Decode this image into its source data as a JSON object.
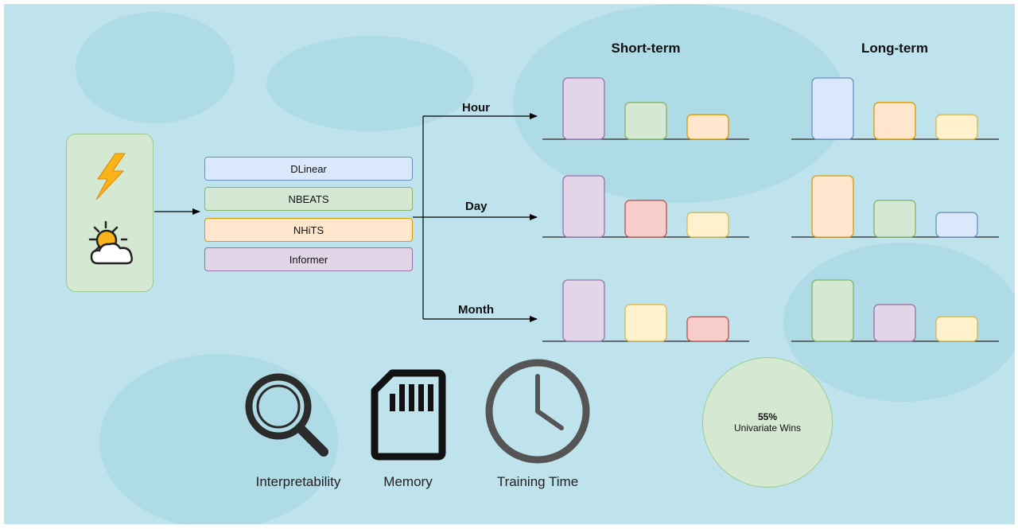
{
  "headers": {
    "short_term": "Short-term",
    "long_term": "Long-term"
  },
  "input_icons": [
    "lightning-icon",
    "sun-cloud-icon"
  ],
  "models": [
    {
      "name": "DLinear",
      "fill": "#dae8fc",
      "stroke": "#6c8ebf"
    },
    {
      "name": "NBEATS",
      "fill": "#d5e8d4",
      "stroke": "#82b366"
    },
    {
      "name": "NHiTS",
      "fill": "#ffe6cc",
      "stroke": "#d79b00"
    },
    {
      "name": "Informer",
      "fill": "#e1d5e7",
      "stroke": "#9673a6"
    }
  ],
  "horizons": [
    "Hour",
    "Day",
    "Month"
  ],
  "chart_data": [
    {
      "type": "bar",
      "row": "Hour",
      "column": "Short-term",
      "values": [
        1.0,
        0.6,
        0.4
      ],
      "colors": [
        "#e1d5e7",
        "#d5e8d4",
        "#ffe6cc"
      ]
    },
    {
      "type": "bar",
      "row": "Hour",
      "column": "Long-term",
      "values": [
        1.0,
        0.6,
        0.4
      ],
      "colors": [
        "#dae8fc",
        "#ffe6cc",
        "#fff2cc"
      ]
    },
    {
      "type": "bar",
      "row": "Day",
      "column": "Short-term",
      "values": [
        1.0,
        0.6,
        0.4
      ],
      "colors": [
        "#e1d5e7",
        "#f8cecc",
        "#fff2cc"
      ]
    },
    {
      "type": "bar",
      "row": "Day",
      "column": "Long-term",
      "values": [
        1.0,
        0.6,
        0.4
      ],
      "colors": [
        "#ffe6cc",
        "#d5e8d4",
        "#dae8fc"
      ]
    },
    {
      "type": "bar",
      "row": "Month",
      "column": "Short-term",
      "values": [
        1.0,
        0.6,
        0.4
      ],
      "colors": [
        "#e1d5e7",
        "#fff2cc",
        "#f8cecc"
      ]
    },
    {
      "type": "bar",
      "row": "Month",
      "column": "Long-term",
      "values": [
        1.0,
        0.6,
        0.4
      ],
      "colors": [
        "#d5e8d4",
        "#e1d5e7",
        "#fff2cc"
      ]
    }
  ],
  "metrics": [
    {
      "label": "Interpretability",
      "icon": "magnifier-icon"
    },
    {
      "label": "Memory",
      "icon": "sd-card-icon"
    },
    {
      "label": "Training Time",
      "icon": "clock-icon"
    }
  ],
  "result": {
    "value": "55%",
    "label": "Univariate Wins"
  }
}
